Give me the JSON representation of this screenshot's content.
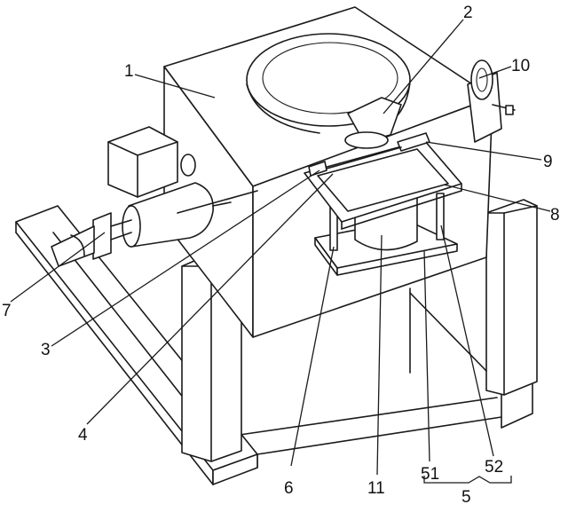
{
  "labels": {
    "l1": "1",
    "l2": "2",
    "l3": "3",
    "l4": "4",
    "l5": "5",
    "l6": "6",
    "l7": "7",
    "l8": "8",
    "l9": "9",
    "l10": "10",
    "l11": "11",
    "l51": "51",
    "l52": "52"
  }
}
